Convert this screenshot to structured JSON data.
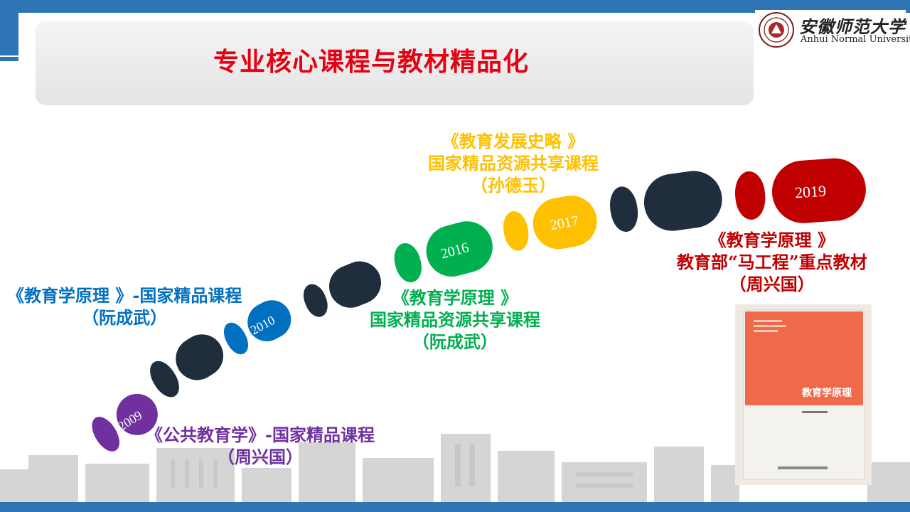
{
  "header": {
    "title": "专业核心课程与教材精品化",
    "logo_cn": "安徽师范大学",
    "logo_en": "Anhui Normal University"
  },
  "colors": {
    "brand_blue": "#2e75b6",
    "title_red": "#e60012",
    "purple": "#7030a0",
    "blue": "#0070c0",
    "green": "#00b050",
    "yellow": "#ffc000",
    "red": "#c00000",
    "dark": "#1f2d3d"
  },
  "milestones": [
    {
      "year": "2009",
      "color": "purple",
      "lines": [
        "《公共教育学》-国家精品课程",
        "（周兴国）"
      ]
    },
    {
      "year": "2010",
      "color": "blue",
      "lines": [
        "《教育学原理 》-国家精品课程",
        "（阮成武）"
      ]
    },
    {
      "year": "2016",
      "color": "green",
      "lines": [
        "《教育学原理 》",
        "国家精品资源共享课程",
        "（阮成武）"
      ]
    },
    {
      "year": "2017",
      "color": "yellow",
      "lines": [
        "《教育发展史略 》",
        "国家精品资源共享课程",
        "（孙德玉）"
      ]
    },
    {
      "year": "2019",
      "color": "red",
      "lines": [
        "《教育学原理 》",
        "教育部“马工程”重点教材",
        "（周兴国）"
      ]
    }
  ],
  "book": {
    "title": "教育学原理"
  }
}
